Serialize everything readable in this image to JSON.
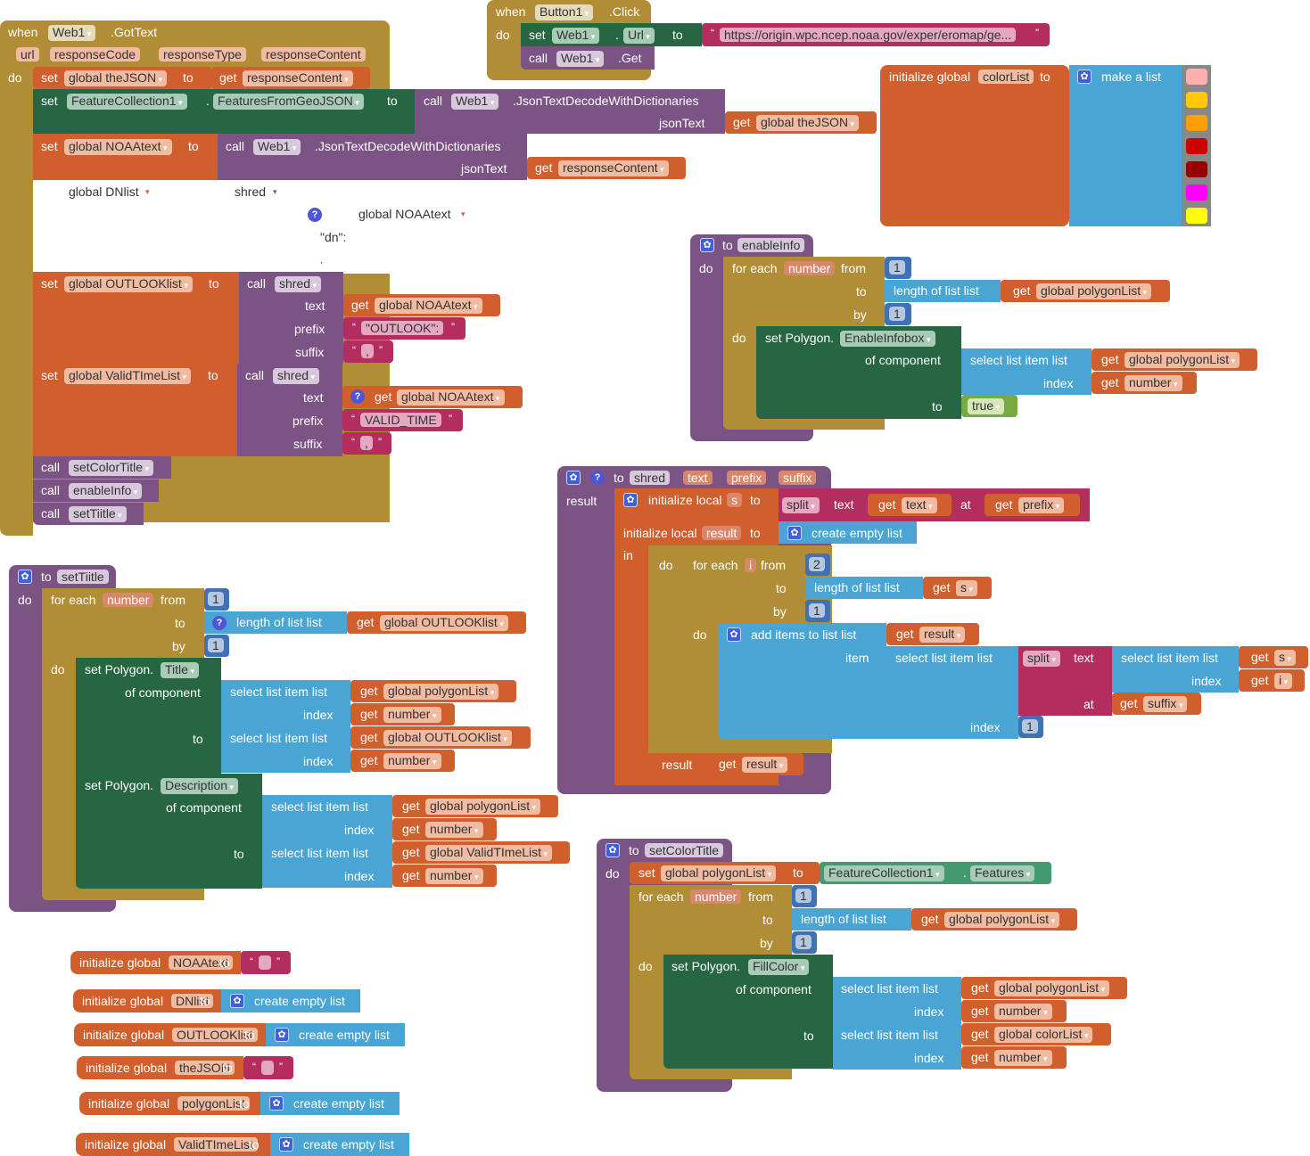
{
  "common": {
    "when": "when",
    "do": "do",
    "set": "set",
    "to": "to",
    "get": "get",
    "call": "call",
    "result": "result",
    "in": "in",
    "from": "from",
    "by": "by",
    "for_each": "for each",
    "text": "text",
    "prefix": "prefix",
    "suffix": "suffix",
    "index": "index",
    "list": "list",
    "item": "item",
    "at": "at",
    "of_component": "of component",
    "length_of_list": "length of list  list",
    "select_list_item": "select list item  list",
    "create_empty_list": "create empty list",
    "make_a_list": "make a list",
    "initialize_global": "initialize global",
    "initialize_local": "initialize local",
    "add_items_to_list": "add items to list   list",
    "split": "split",
    "json_text": "jsonText",
    "set_polygon": "set Polygon.",
    "dot": ".",
    "true": "true",
    "open_quote": "“",
    "close_quote": "”"
  },
  "got_text_event": {
    "component": "Web1",
    "event": ".GotText",
    "params": [
      "url",
      "responseCode",
      "responseType",
      "responseContent"
    ],
    "set_json_var": "global theJSON",
    "response_content": "responseContent",
    "feature_collection": "FeatureCollection1",
    "features_from_geojson": "FeaturesFromGeoJSON",
    "web1": "Web1",
    "json_decode": ".JsonTextDecodeWithDictionaries",
    "get_global_json": "global theJSON",
    "noaa_var": "global NOAAtext",
    "disabled_dnlist_var": "global DNlist",
    "disabled_shred": "shred",
    "disabled_noaa": "global NOAAtext",
    "disabled_prefix": "\"dn\":",
    "disabled_suffix": ",",
    "outlook_var": "global OUTLOOKlist",
    "shred_proc": "shred",
    "outlook_prefix": "\"OUTLOOK\":",
    "comma": ",",
    "validtime_var": "global ValidTImeList",
    "validtime_prefix": "VALID_TIME",
    "calls": [
      "setColorTitle",
      "enableInfo",
      "setTiitle"
    ]
  },
  "button_click_event": {
    "component": "Button1",
    "event": ".Click",
    "web1": "Web1",
    "url_prop": "Url",
    "url_value": "https://origin.wpc.ncep.noaa.gov/exper/eromap/ge...",
    "get_method": ".Get"
  },
  "color_list_init": {
    "var_name": "colorList",
    "colors": [
      "#ffafaf",
      "#ffc800",
      "#ffa000",
      "#cc0000",
      "#990000",
      "#ff00ff",
      "#ffff00"
    ]
  },
  "enable_info_proc": {
    "name": "enableInfo",
    "loop_var": "number",
    "from": "1",
    "by": "1",
    "polygon_list": "global polygonList",
    "property": "EnableInfobox",
    "number": "number"
  },
  "shred_proc": {
    "name": "shred",
    "params": [
      "text",
      "prefix",
      "suffix"
    ],
    "local_s": "s",
    "local_result": "result",
    "loop_var": "i",
    "from": "2",
    "by": "1",
    "index_one": "1"
  },
  "set_title_proc": {
    "name": "setTiitle",
    "loop_var": "number",
    "from": "1",
    "by": "1",
    "outlook_list": "global OUTLOOKlist",
    "polygon_list": "global polygonList",
    "title_prop": "Title",
    "description_prop": "Description",
    "validtime_list": "global ValidTImeList",
    "number": "number"
  },
  "set_color_title_proc": {
    "name": "setColorTitle",
    "polygon_list": "global polygonList",
    "feature_collection": "FeatureCollection1",
    "features": "Features",
    "loop_var": "number",
    "from": "1",
    "by": "1",
    "fill_prop": "FillColor",
    "color_list": "global colorList",
    "number": "number"
  },
  "global_inits": [
    {
      "name": "NOAAtext",
      "value_type": "text",
      "value": ""
    },
    {
      "name": "DNlist",
      "value_type": "list",
      "value": "create empty list"
    },
    {
      "name": "OUTLOOKlist",
      "value_type": "list",
      "value": "create empty list"
    },
    {
      "name": "theJSON",
      "value_type": "text",
      "value": ""
    },
    {
      "name": "polygonList",
      "value_type": "list",
      "value": "create empty list"
    },
    {
      "name": "ValidTImeList",
      "value_type": "list",
      "value": "create empty list"
    }
  ]
}
